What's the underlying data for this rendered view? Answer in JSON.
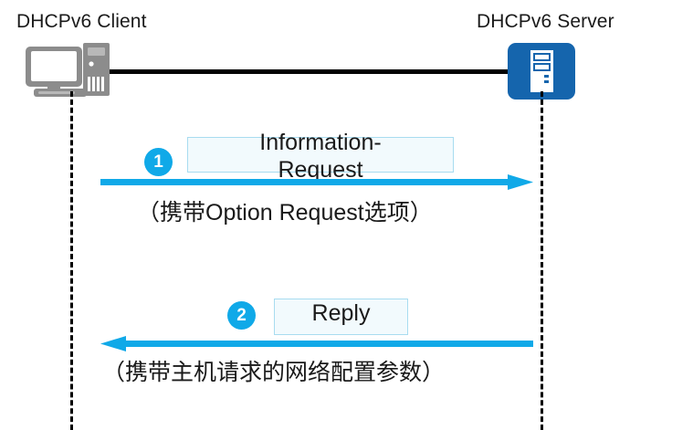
{
  "diagram": {
    "type": "sequence-diagram",
    "title": "DHCPv6 Information-Request / Reply exchange",
    "colors": {
      "accent_cyan": "#10a9e8",
      "server_blue": "#1565ad",
      "client_gray": "#8c8c8c",
      "box_fill": "#f2fafd",
      "box_border": "#a8dcf0",
      "line_black": "#000000"
    },
    "nodes": [
      {
        "id": "client",
        "label": "DHCPv6 Client",
        "icon": "desktop-computer-icon"
      },
      {
        "id": "server",
        "label": "DHCPv6 Server",
        "icon": "server-rack-icon"
      }
    ],
    "messages": [
      {
        "step": "1",
        "label": "Information-\nRequest",
        "label_line1": "Information-",
        "label_line2": "Request",
        "note": "（携带Option Request选项）",
        "direction": "client-to-server"
      },
      {
        "step": "2",
        "label": "Reply",
        "label_line1": "Reply",
        "label_line2": "",
        "note": "（携带主机请求的网络配置参数）",
        "direction": "server-to-client"
      }
    ]
  }
}
